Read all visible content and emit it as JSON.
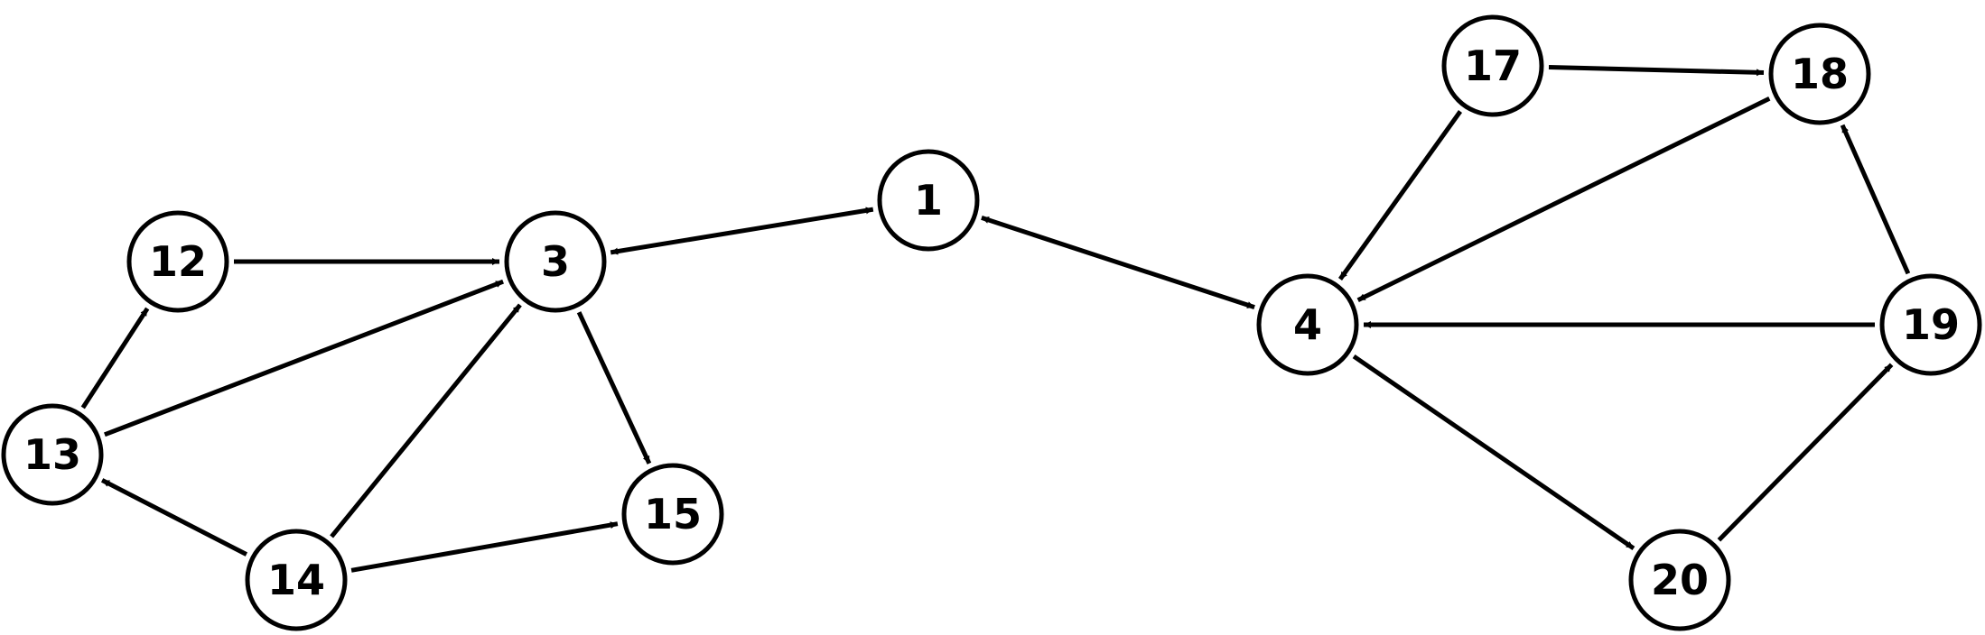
{
  "nodes": [
    {
      "id": "n1",
      "label": "1"
    },
    {
      "id": "n3",
      "label": "3"
    },
    {
      "id": "n4",
      "label": "4"
    },
    {
      "id": "n12",
      "label": "12"
    },
    {
      "id": "n13",
      "label": "13"
    },
    {
      "id": "n14",
      "label": "14"
    },
    {
      "id": "n15",
      "label": "15"
    },
    {
      "id": "n17",
      "label": "17"
    },
    {
      "id": "n18",
      "label": "18"
    },
    {
      "id": "n19",
      "label": "19"
    },
    {
      "id": "n20",
      "label": "20"
    }
  ],
  "edges": [
    {
      "from": "12",
      "to": "3",
      "bidirectional": false
    },
    {
      "from": "13",
      "to": "12",
      "bidirectional": false
    },
    {
      "from": "13",
      "to": "3",
      "bidirectional": false
    },
    {
      "from": "14",
      "to": "3",
      "bidirectional": false
    },
    {
      "from": "14",
      "to": "13",
      "bidirectional": false
    },
    {
      "from": "14",
      "to": "15",
      "bidirectional": false
    },
    {
      "from": "3",
      "to": "15",
      "bidirectional": false
    },
    {
      "from": "3",
      "to": "1",
      "bidirectional": true
    },
    {
      "from": "1",
      "to": "4",
      "bidirectional": true
    },
    {
      "from": "17",
      "to": "18",
      "bidirectional": false
    },
    {
      "from": "17",
      "to": "4",
      "bidirectional": false
    },
    {
      "from": "18",
      "to": "4",
      "bidirectional": false
    },
    {
      "from": "19",
      "to": "4",
      "bidirectional": false
    },
    {
      "from": "19",
      "to": "18",
      "bidirectional": false
    },
    {
      "from": "20",
      "to": "19",
      "bidirectional": false
    },
    {
      "from": "4",
      "to": "20",
      "bidirectional": false
    }
  ]
}
